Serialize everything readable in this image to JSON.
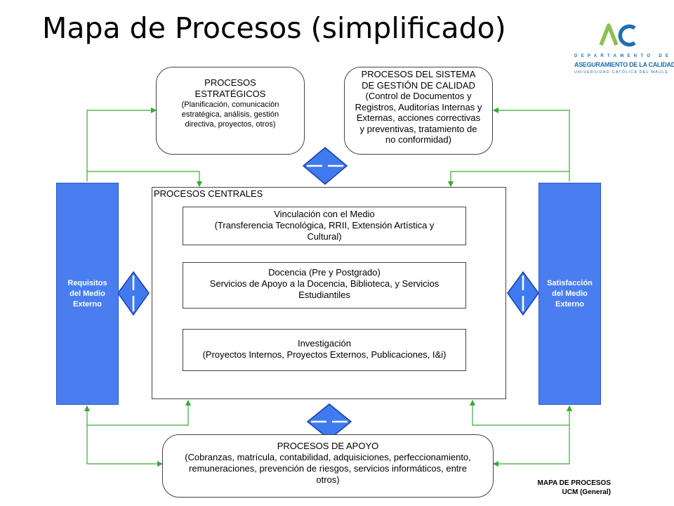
{
  "title": "Mapa de Procesos (simplificado)",
  "logo": {
    "department": "DEPARTAMENTO DE",
    "name": "ASEGURAMIENTO DE LA CALIDAD",
    "university": "UNIVERSIDAD CATÓLICA DEL MAULE",
    "colors": {
      "green": "#8cc04b",
      "blue": "#1f6fb0"
    }
  },
  "diagram": {
    "strategic": {
      "title_line1": "PROCESOS",
      "title_line2": "ESTRATÉGICOS",
      "desc_line1": "(Planificación, comunicación",
      "desc_line2": "estratégica, análisis, gestión",
      "desc_line3": "directiva, proyectos, otros)"
    },
    "quality": {
      "line1": "PROCESOS DEL SISTEMA",
      "line2": "DE GESTIÓN DE CALIDAD",
      "line3": "(Control de Documentos y",
      "line4": "Registros, Auditorías Internas y",
      "line5": "Externas, acciones correctivas",
      "line6": "y preventivas, tratamiento de",
      "line7": "no conformidad)"
    },
    "central": {
      "title": "PROCESOS CENTRALES",
      "vinculacion": {
        "line1": "Vinculación con el Medio",
        "line2": "(Transferencia Tecnológica, RRII, Extensión Artística y",
        "line3": "Cultural)"
      },
      "docencia": {
        "line1": "Docencia (Pre y Postgrado)",
        "line2": "Servicios de Apoyo a la Docencia, Biblioteca, y Servicios",
        "line3": "Estudiantiles"
      },
      "investigacion": {
        "line1": "Investigación",
        "line2": "(Proyectos Internos, Proyectos Externos, Publicaciones, I&i)"
      }
    },
    "requirements": {
      "line1": "Requisitos",
      "line2": "del Medio",
      "line3": "Externo"
    },
    "satisfaction": {
      "line1": "Satisfacción",
      "line2": "del Medio",
      "line3": "Externo"
    },
    "support": {
      "title": "PROCESOS DE APOYO",
      "line1": "(Cobranzas, matrícula, contabilidad, adquisiciones, perfeccionamiento,",
      "line2": "remuneraciones, prevención de riesgos, servicios informáticos, entre",
      "line3": "otros)"
    },
    "legend": {
      "line1": "MAPA DE PROCESOS",
      "line2": "UCM (General)"
    },
    "colors": {
      "blue_fill": "#4a7ef0",
      "blue_border": "#2d56c5",
      "arrow": "#3aaa35"
    }
  }
}
